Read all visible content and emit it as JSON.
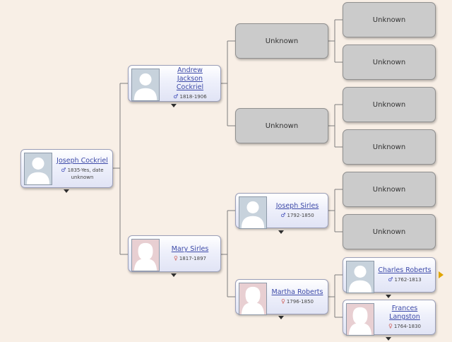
{
  "tree": {
    "root": {
      "name": "Joseph Cockriel",
      "sex": "male",
      "gender_symbol": "♂",
      "dates": "1835-Yes, date unknown"
    },
    "father": {
      "name": "Andrew Jackson Cockriel",
      "sex": "male",
      "gender_symbol": "♂",
      "dates": "1818-1906"
    },
    "mother": {
      "name": "Mary Sirles",
      "sex": "female",
      "gender_symbol": "♀",
      "dates": "1817-1897"
    },
    "paternal_grandfather": {
      "label": "Unknown"
    },
    "paternal_grandmother": {
      "label": "Unknown"
    },
    "maternal_grandfather": {
      "name": "Joseph Sirles",
      "sex": "male",
      "gender_symbol": "♂",
      "dates": "1792-1850"
    },
    "maternal_grandmother": {
      "name": "Martha Roberts",
      "sex": "female",
      "gender_symbol": "♀",
      "dates": "1796-1850"
    },
    "ggp": [
      {
        "label": "Unknown"
      },
      {
        "label": "Unknown"
      },
      {
        "label": "Unknown"
      },
      {
        "label": "Unknown"
      },
      {
        "label": "Unknown"
      },
      {
        "label": "Unknown"
      }
    ],
    "martha_father": {
      "name": "Charles Roberts",
      "sex": "male",
      "gender_symbol": "♂",
      "dates": "1762-1813"
    },
    "martha_mother": {
      "name": "Frances Langston",
      "sex": "female",
      "gender_symbol": "♀",
      "dates": "1764-1830"
    }
  },
  "colors": {
    "background": "#f8efe6",
    "male_photo": "#c7d2dc",
    "female_photo": "#e8cfd2",
    "unknown_card": "#cbcbcb",
    "link": "#3d4aa8",
    "more_arrow": "#e0a500"
  }
}
